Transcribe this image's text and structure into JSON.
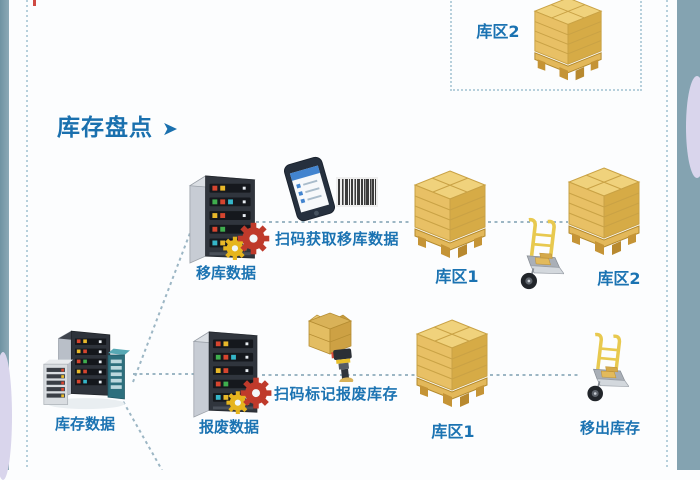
{
  "title": {
    "text": "库存盘点",
    "arrow": "➤"
  },
  "top_zone": {
    "label": "库区2"
  },
  "row_transfer": {
    "server_label": "移库数据",
    "action_label": "扫码获取移库数据",
    "zone1": "库区1",
    "zone2": "库区2"
  },
  "row_scrap": {
    "cluster_label": "库存数据",
    "server_label": "报废数据",
    "action_label": "扫码标记报废库存",
    "zone1": "库区1",
    "moveout": "移出库存"
  },
  "colors": {
    "accent_blue": "#1b73b2",
    "dashed_line": "#9cb6c4",
    "side_strip": "#84a3b1",
    "pallet_gold": "#e0b75a",
    "gear_red": "#bf3a2b",
    "gear_yellow": "#e6b51e"
  }
}
